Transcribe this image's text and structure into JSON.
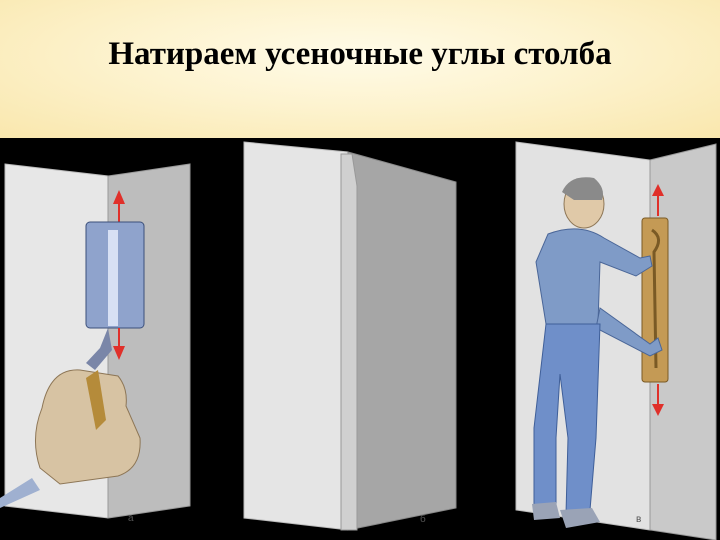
{
  "slide": {
    "title": "Натираем усеночные углы столба"
  },
  "panels": [
    {
      "caption": "а",
      "icons": [
        "wall-corner",
        "plaster-tool",
        "hand",
        "arrow-up",
        "arrow-down"
      ]
    },
    {
      "caption": "б",
      "icons": [
        "column-corner",
        "chamfer-edge"
      ]
    },
    {
      "caption": "в",
      "icons": [
        "wall-corner",
        "worker",
        "float-trowel",
        "arrow-up",
        "arrow-down"
      ]
    }
  ],
  "colors": {
    "header_bg": "#fdf3cf",
    "wall_light": "#e7e7e7",
    "wall_dark": "#a9a9a9",
    "arrow": "#e0302a",
    "shirt": "#7f9bc7",
    "pants": "#6f8fc9",
    "wood": "#c49a55"
  }
}
